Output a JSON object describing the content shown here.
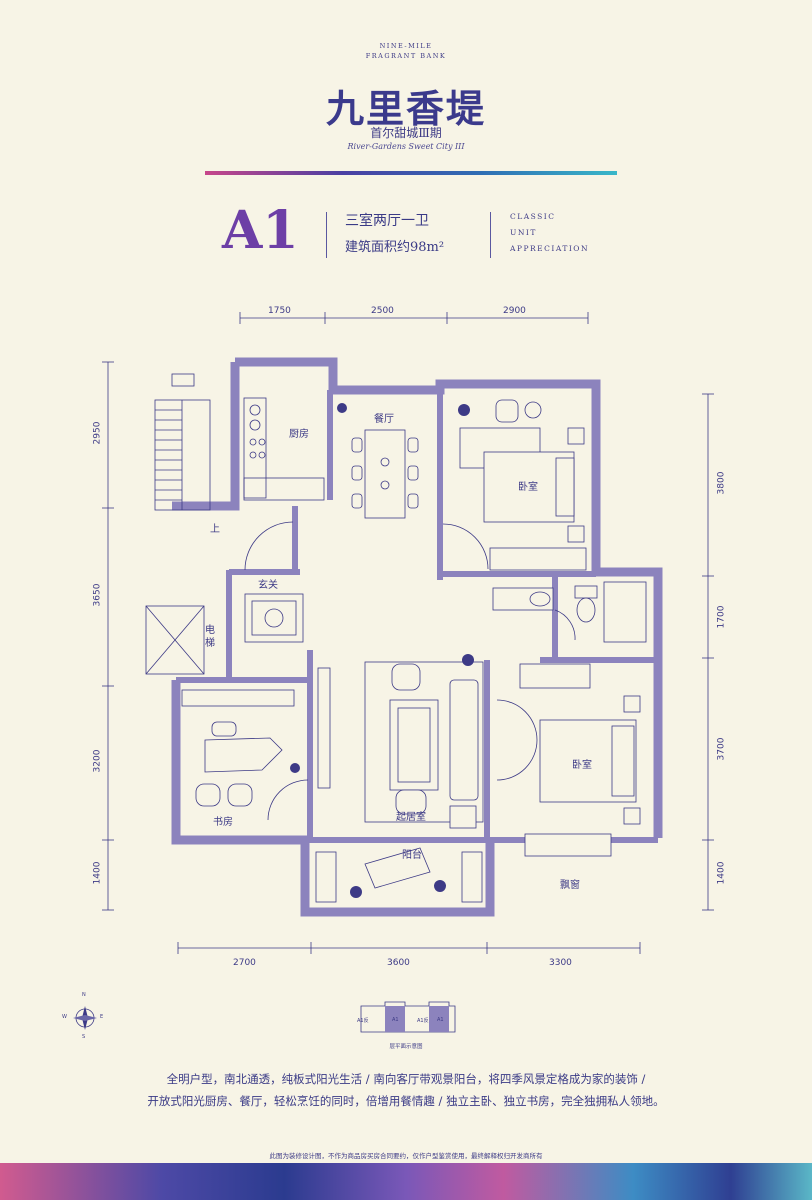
{
  "brand": {
    "en_line1": "NINE-MILE",
    "en_line2": "FRAGRANT BANK",
    "cn_name": "九里香堤",
    "sub_cn": "首尔甜城Ⅲ期",
    "sub_en": "River-Gardens Sweet City III"
  },
  "unit": {
    "code": "A1",
    "type": "三室两厅一卫",
    "area": "建筑面积约98m²",
    "classic_1": "CLASSIC",
    "classic_2": "UNIT",
    "classic_3": "APPRECIATION"
  },
  "dimensions": {
    "top": [
      "1750",
      "2500",
      "2900"
    ],
    "bottom": [
      "2700",
      "3600",
      "3300"
    ],
    "left": [
      "2950",
      "3650",
      "3200",
      "1400"
    ],
    "right": [
      "3800",
      "1700",
      "3700",
      "1400"
    ]
  },
  "rooms": {
    "kitchen": "厨房",
    "dining": "餐厅",
    "bedroom_n": "卧室",
    "foyer": "玄关",
    "elevator": "电梯",
    "stairs_up": "上",
    "study": "书房",
    "living": "起居室",
    "balcony": "阳台",
    "bedroom_s": "卧室",
    "bay": "飘窗"
  },
  "compass": {
    "n": "N",
    "s": "S",
    "e": "E",
    "w": "W"
  },
  "keyplan": {
    "labels": [
      "A1反",
      "A1",
      "A1反",
      "A1"
    ],
    "caption": "层平面示意图"
  },
  "description": {
    "line1": "全明户型，南北通透，纯板式阳光生活 / 南向客厅带观景阳台，将四季风景定格成为家的装饰 /",
    "line2": "开放式阳光厨房、餐厅，轻松烹饪的同时，倍增用餐情趣 / 独立主卧、独立书房，完全独拥私人领地。"
  },
  "footer": "此图为装修设计图，不作为商品房买房合同要约，仅作户型鉴赏使用，最终解释权归开发商所有",
  "colors": {
    "wall": "#8c83bd",
    "wall_dark": "#3d3a86",
    "text": "#3d3a86",
    "accent": "#6d3fa6",
    "background": "#f7f4e6"
  }
}
